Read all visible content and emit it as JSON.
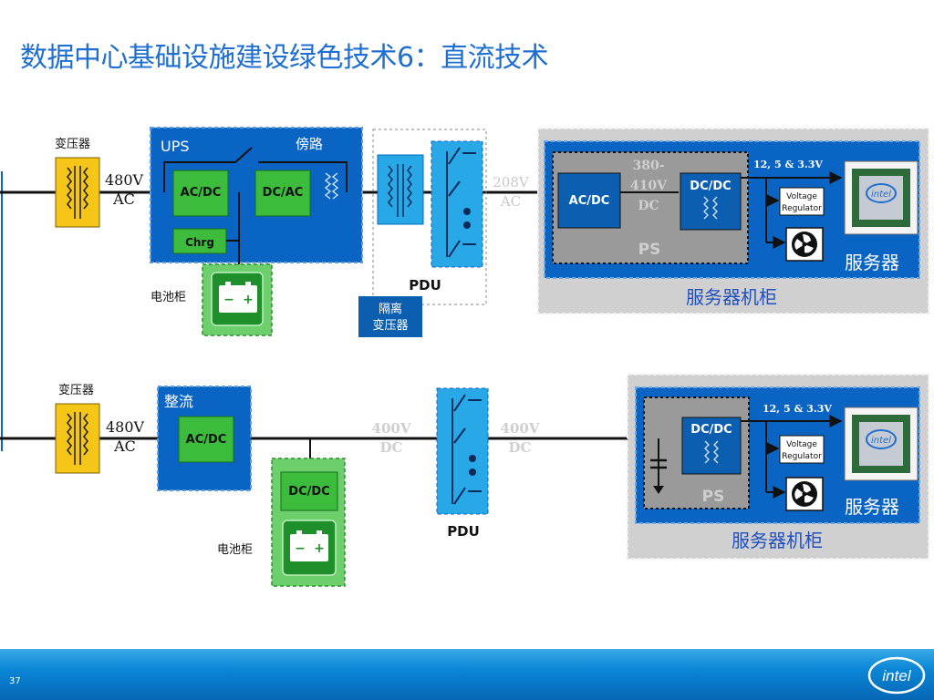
{
  "slide": {
    "title": "数据中心基础设施建设绿色技术6：直流技术",
    "page_number": "37"
  },
  "colors": {
    "title": "#1f6fd0",
    "dark_blue": "#0a64c4",
    "light_blue": "#29a8e8",
    "green": "#3dbb3d",
    "yellow": "#f5c518",
    "gray_panel": "#d0d0d0",
    "navy_box": "#0c5fb0",
    "footer_blue": "#0a86d6"
  },
  "top": {
    "transformer_label": "变压器",
    "voltage_in": [
      "480V",
      "AC"
    ],
    "ups_label": "UPS",
    "bypass_label": "傍路",
    "acdc_label": "AC/DC",
    "dcac_label": "DC/AC",
    "chrg_label": "Chrg",
    "battery_label": "电池柜",
    "pdu_label": "PDU",
    "isolation_label": [
      "隔离",
      "变压器"
    ],
    "voltage_mid": [
      "208V",
      "AC"
    ],
    "ps_acdc_label": "AC/DC",
    "ps_dc_voltage": [
      "380-",
      "410V",
      "DC"
    ],
    "ps_dcdc_label": "DC/DC",
    "ps_label": "PS",
    "rail_label": "12, 5 & 3.3V",
    "vr_label": [
      "Voltage",
      "Regulator"
    ],
    "server_label": "服务器",
    "rack_label": "服务器机柜"
  },
  "bottom": {
    "transformer_label": "变压器",
    "voltage_in": [
      "480V",
      "AC"
    ],
    "rectifier_label": "整流",
    "acdc_label": "AC/DC",
    "dcdc_label": "DC/DC",
    "battery_label": "电池柜",
    "voltage_mid_left": [
      "400V",
      "DC"
    ],
    "voltage_mid_right": [
      "400V",
      "DC"
    ],
    "pdu_label": "PDU",
    "ps_dcdc_label": "DC/DC",
    "ps_label": "PS",
    "rail_label": "12, 5 & 3.3V",
    "vr_label": [
      "Voltage",
      "Regulator"
    ],
    "server_label": "服务器",
    "rack_label": "服务器机柜"
  },
  "logo": {
    "text": "intel"
  }
}
